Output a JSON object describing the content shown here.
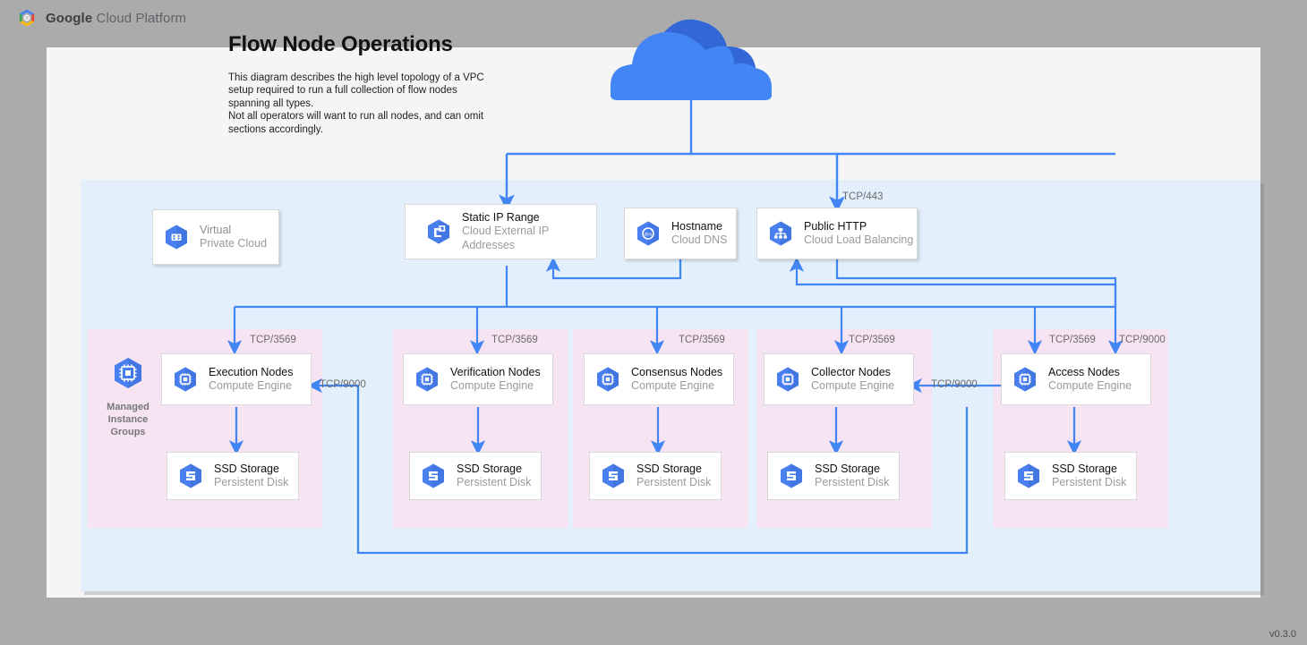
{
  "header": {
    "logo_icon": "google-cloud-hexagon-logo",
    "brand_bold": "Google",
    "brand_rest": " Cloud Platform"
  },
  "title": "Flow Node Operations",
  "description": "This diagram describes the high level topology of a VPC setup required to run a full collection of flow nodes spanning all types.\nNot all operators will want to run all nodes, and can omit sections accordingly.",
  "version": "v0.3.0",
  "colors": {
    "page_background": "#ababab",
    "canvas": "#f5f5f5",
    "vpc_region": "#e3f0fb",
    "mig_group": "#f7e4f2",
    "edge": "#4285f4",
    "icon_blue": "#4a7ff0",
    "title_text": "#111111",
    "subtitle_text": "#9a9a9a",
    "port_label": "#6b6b6b"
  },
  "internet": {
    "icon": "cloud-icon",
    "label": ""
  },
  "nodes": {
    "vpc": {
      "title": "Virtual",
      "subtitle": "Private Cloud",
      "icon": "virtual-private-cloud-icon"
    },
    "static_ip": {
      "title": "Static IP Range",
      "subtitle": "Cloud External IP Addresses",
      "icon": "external-ip-icon"
    },
    "hostname": {
      "title": "Hostname",
      "subtitle": "Cloud DNS",
      "icon": "cloud-dns-icon"
    },
    "public_http": {
      "title": "Public HTTP",
      "subtitle": "Cloud Load Balancing",
      "icon": "cloud-load-balancing-icon"
    }
  },
  "mig": {
    "label": "Managed\nInstance\nGroups",
    "icon": "compute-engine-icon"
  },
  "groups": [
    {
      "name": "execution",
      "node": {
        "title": "Execution Nodes",
        "subtitle": "Compute Engine",
        "icon": "compute-engine-icon"
      },
      "storage": {
        "title": "SSD Storage",
        "subtitle": "Persistent Disk",
        "icon": "persistent-disk-icon"
      }
    },
    {
      "name": "verification",
      "node": {
        "title": "Verification Nodes",
        "subtitle": "Compute Engine",
        "icon": "compute-engine-icon"
      },
      "storage": {
        "title": "SSD Storage",
        "subtitle": "Persistent Disk",
        "icon": "persistent-disk-icon"
      }
    },
    {
      "name": "consensus",
      "node": {
        "title": "Consensus Nodes",
        "subtitle": "Compute Engine",
        "icon": "compute-engine-icon"
      },
      "storage": {
        "title": "SSD Storage",
        "subtitle": "Persistent Disk",
        "icon": "persistent-disk-icon"
      }
    },
    {
      "name": "collector",
      "node": {
        "title": "Collector Nodes",
        "subtitle": "Compute Engine",
        "icon": "compute-engine-icon"
      },
      "storage": {
        "title": "SSD Storage",
        "subtitle": "Persistent Disk",
        "icon": "persistent-disk-icon"
      }
    },
    {
      "name": "access",
      "node": {
        "title": "Access Nodes",
        "subtitle": "Compute Engine",
        "icon": "compute-engine-icon"
      },
      "storage": {
        "title": "SSD Storage",
        "subtitle": "Persistent Disk",
        "icon": "persistent-disk-icon"
      }
    }
  ],
  "port_labels": {
    "https": "TCP/443",
    "exec_3569": "TCP/3569",
    "verif_3569": "TCP/3569",
    "consensus_3569": "TCP/3569",
    "collector_3569": "TCP/3569",
    "access_3569": "TCP/3569",
    "access_9000": "TCP/9000",
    "collector_9000": "TCP/9000",
    "exec_9000": "TCP/9000"
  }
}
